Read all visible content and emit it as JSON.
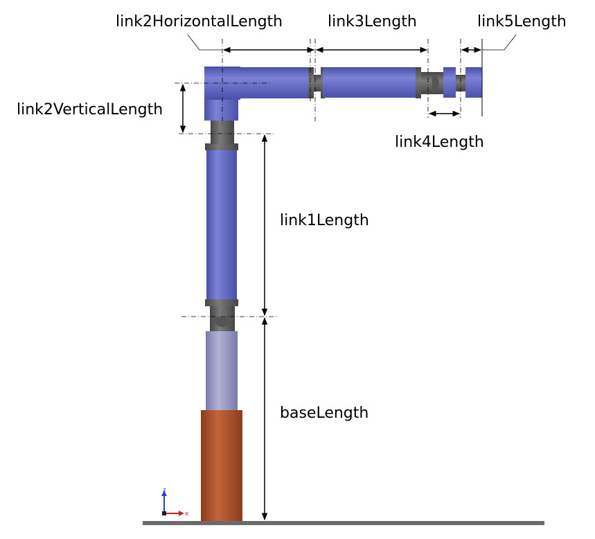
{
  "labels": {
    "link2_horizontal": "link2HorizontalLength",
    "link3": "link3Length",
    "link5": "link5Length",
    "link2_vertical": "link2VerticalLength",
    "link4": "link4Length",
    "link1": "link1Length",
    "base": "baseLength"
  },
  "axes": {
    "z": "z",
    "x": "x"
  },
  "colors": {
    "link_blue": "#6167c0",
    "joint_gray": "#5e5e5e",
    "base_copper": "#b0552c",
    "base_upper_lavender": "#9a9ac4",
    "ground": "#6b6b6b",
    "axis_z": "#2244cc",
    "axis_x": "#cc2222"
  }
}
